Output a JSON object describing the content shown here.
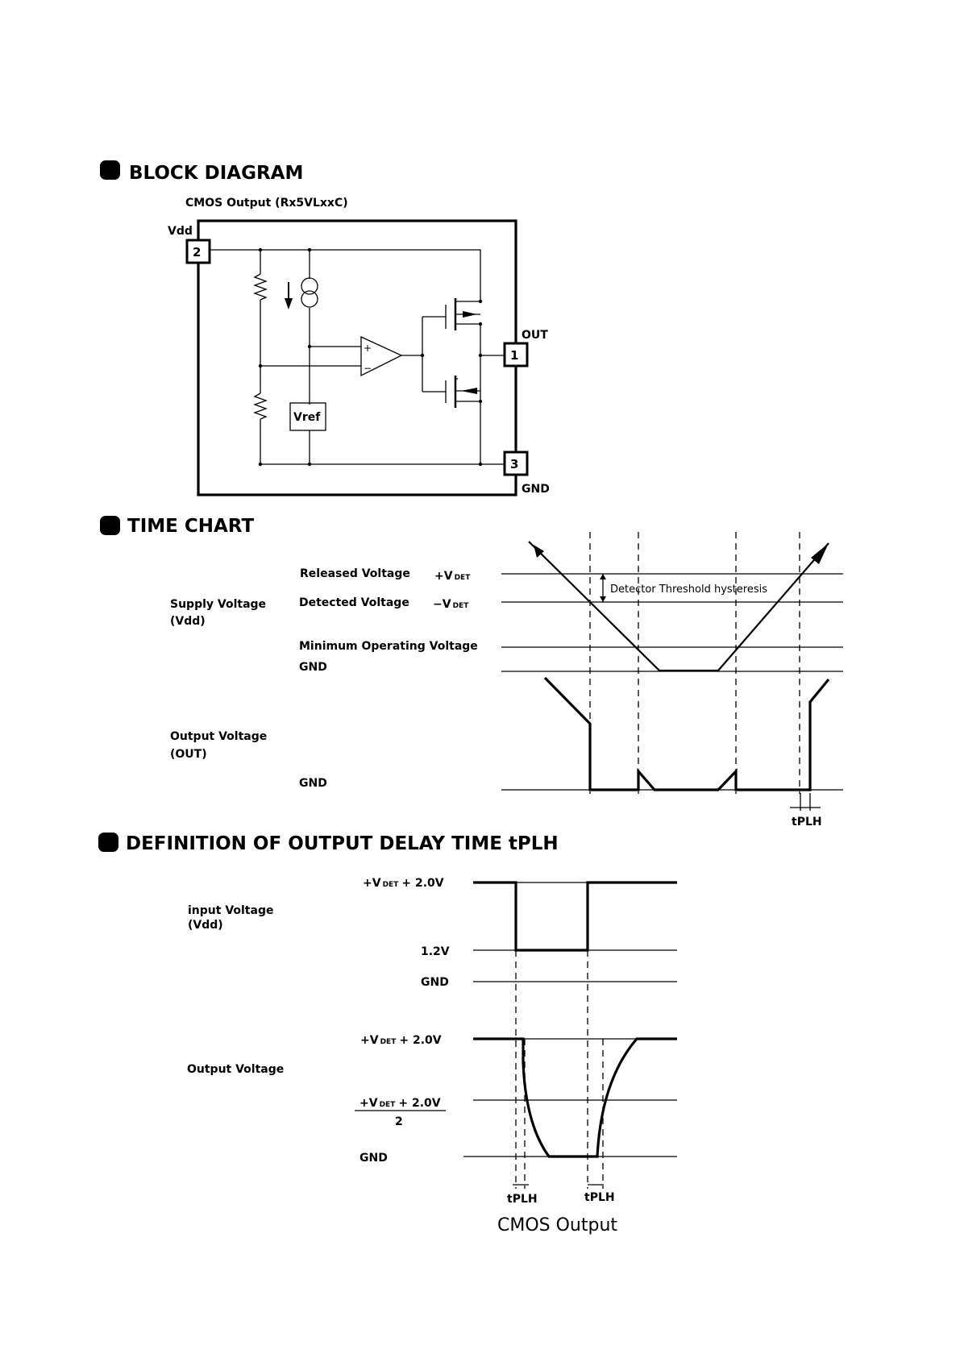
{
  "block_diagram": {
    "heading": "BLOCK DIAGRAM",
    "subtitle": "CMOS Output (Rx5VLxxC)",
    "vdd_label": "Vdd",
    "out_label": "OUT",
    "gnd_label": "GND",
    "pin_vdd": "2",
    "pin_out": "1",
    "pin_gnd": "3",
    "vref_label": "Vref",
    "comparator_plus": "+",
    "comparator_minus": "−"
  },
  "time_chart": {
    "heading": "TIME CHART",
    "supply_label_1": "Supply Voltage",
    "supply_label_2": "(Vdd)",
    "released_label": "Released Voltage",
    "released_symbol": "+V",
    "released_sub": "DET",
    "detected_label": "Detected Voltage",
    "detected_symbol": "−V",
    "detected_sub": "DET",
    "min_op_label": "Minimum Operating Voltage",
    "gnd_label_1": "GND",
    "hysteresis_label": "Detector Threshold hysteresis",
    "output_label_1": "Output Voltage",
    "output_label_2": "(OUT)",
    "gnd_label_2": "GND",
    "tplh_label": "tPLH"
  },
  "delay_definition": {
    "heading": "DEFINITION OF OUTPUT DELAY TIME tPLH",
    "input_label_1": "input Voltage",
    "input_label_2": "(Vdd)",
    "in_high_symbol": "+V",
    "in_high_sub": "DET",
    "in_high_suffix": "+ 2.0V",
    "in_low_label": "1.2V",
    "in_gnd_label": "GND",
    "output_label": "Output Voltage",
    "out_high_symbol": "+V",
    "out_high_sub": "DET",
    "out_high_suffix": "+ 2.0V",
    "out_mid_symbol": "+V",
    "out_mid_sub": "DET",
    "out_mid_suffix": "+ 2.0V",
    "out_mid_denominator": "2",
    "out_gnd_label": "GND",
    "tplh_left": "tPLH",
    "tplh_right": "tPLH",
    "caption": "CMOS Output"
  }
}
